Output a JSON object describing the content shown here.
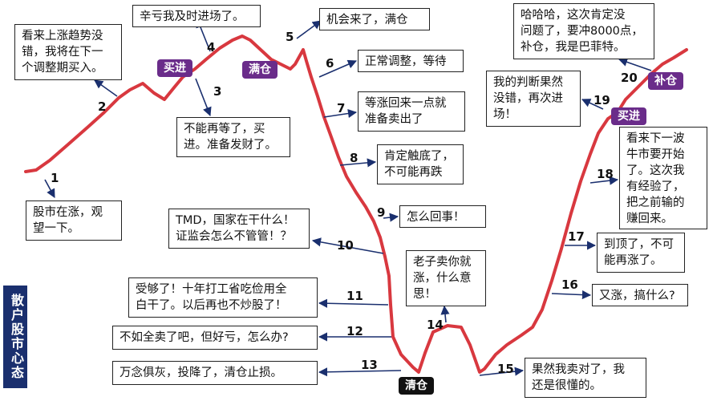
{
  "title": "散户股市心态",
  "tags": {
    "buy1": "买进",
    "full": "满仓",
    "clear": "清仓",
    "buy2": "买进",
    "add": "补仓"
  },
  "stages": [
    {
      "n": "1",
      "text": "股市在涨，观\n望一下。"
    },
    {
      "n": "2",
      "text": "看来上涨趋势没\n错，我将在下一\n个调整期买入。"
    },
    {
      "n": "3",
      "text": "不能再等了，买\n进。准备发财了。"
    },
    {
      "n": "4",
      "text": "辛亏我及时进场了。"
    },
    {
      "n": "5",
      "text": "机会来了，满仓"
    },
    {
      "n": "6",
      "text": "正常调整，等待"
    },
    {
      "n": "7",
      "text": "等涨回来一点就\n准备卖出了"
    },
    {
      "n": "8",
      "text": "肯定触底了，\n不可能再跌"
    },
    {
      "n": "9",
      "text": "怎么回事！"
    },
    {
      "n": "10",
      "text": "TMD，国家在干什么！\n证监会怎么不管管！？"
    },
    {
      "n": "11",
      "text": "受够了！十年打工省吃俭用全\n白干了。以后再也不炒股了！"
    },
    {
      "n": "12",
      "text": "不如全卖了吧，但好亏，怎么办?"
    },
    {
      "n": "13",
      "text": "万念俱灰，投降了，清仓止损。"
    },
    {
      "n": "14",
      "text": "老子卖你就\n涨，什么意\n思！"
    },
    {
      "n": "15",
      "text": "果然我卖对了，我\n还是很懂的。"
    },
    {
      "n": "16",
      "text": "又涨，搞什么?"
    },
    {
      "n": "17",
      "text": "到顶了，不可\n能再涨了。"
    },
    {
      "n": "18",
      "text": "看来下一波\n牛市要开始\n了。这次我\n有经验了，\n把之前输的\n赚回来。"
    },
    {
      "n": "19",
      "text": "我的判断果然\n没错，再次进\n场！"
    },
    {
      "n": "20",
      "text": "哈哈哈，这次肯定没\n问题了，要冲8000点，\n补仓，我是巴菲特。"
    }
  ],
  "colors": {
    "curve": "#d8383f",
    "tag": "#6a2c8a",
    "title_bg": "#1a2f6e",
    "arrow": "#1a2f6e"
  }
}
